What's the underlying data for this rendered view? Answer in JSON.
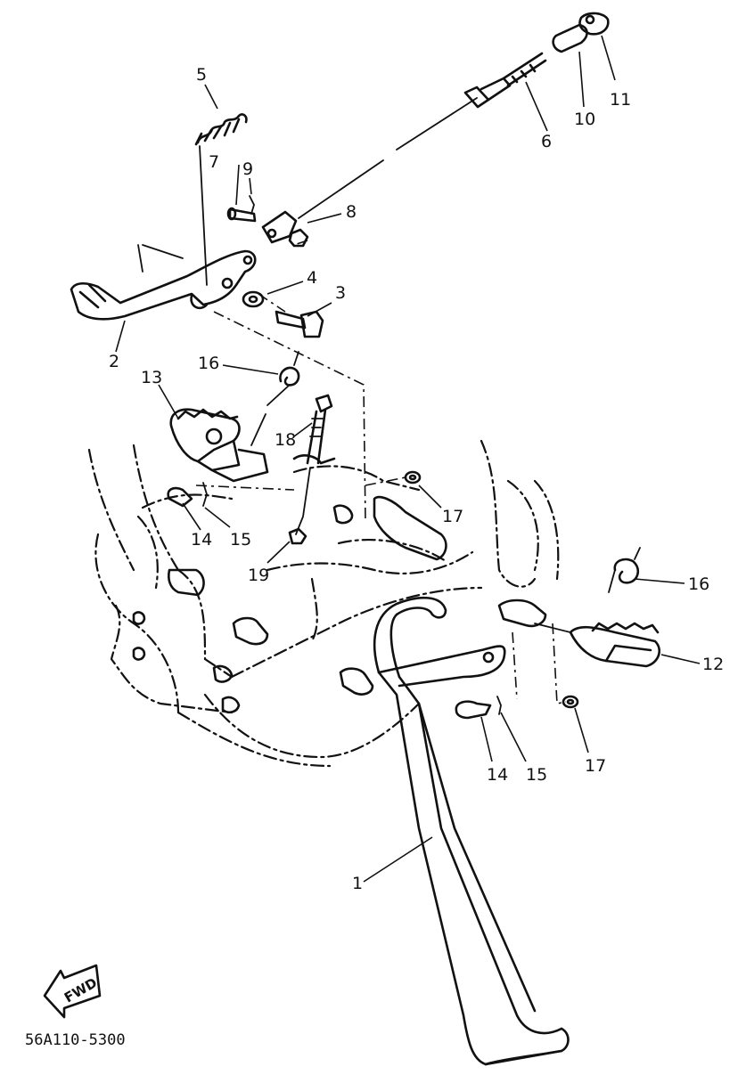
{
  "callouts": [
    {
      "id": "c1",
      "label": "1"
    },
    {
      "id": "c2",
      "label": "2"
    },
    {
      "id": "c3",
      "label": "3"
    },
    {
      "id": "c4",
      "label": "4"
    },
    {
      "id": "c5",
      "label": "5"
    },
    {
      "id": "c6",
      "label": "6"
    },
    {
      "id": "c7",
      "label": "7"
    },
    {
      "id": "c8",
      "label": "8"
    },
    {
      "id": "c9",
      "label": "9"
    },
    {
      "id": "c10",
      "label": "10"
    },
    {
      "id": "c11",
      "label": "11"
    },
    {
      "id": "c12",
      "label": "12"
    },
    {
      "id": "c13",
      "label": "13"
    },
    {
      "id": "c14a",
      "label": "14"
    },
    {
      "id": "c14b",
      "label": "14"
    },
    {
      "id": "c15a",
      "label": "15"
    },
    {
      "id": "c15b",
      "label": "15"
    },
    {
      "id": "c16a",
      "label": "16"
    },
    {
      "id": "c16b",
      "label": "16"
    },
    {
      "id": "c17a",
      "label": "17"
    },
    {
      "id": "c17b",
      "label": "17"
    },
    {
      "id": "c18",
      "label": "18"
    },
    {
      "id": "c19",
      "label": "19"
    }
  ],
  "fwd_badge": "FWD",
  "diagram_code": "56A110-5300"
}
